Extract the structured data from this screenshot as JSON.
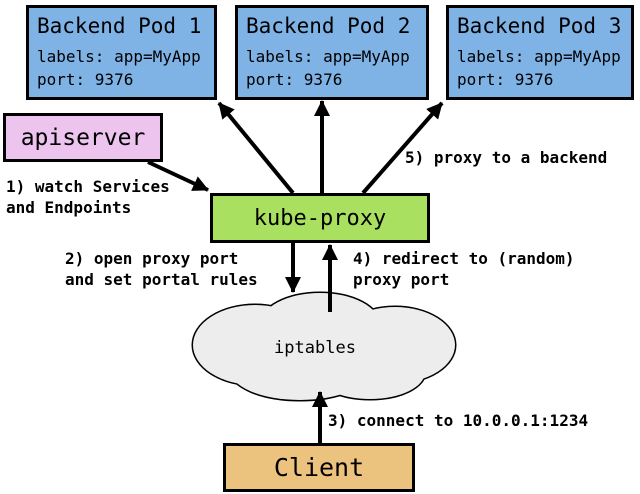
{
  "diagram": {
    "pods": [
      {
        "title": "Backend Pod 1",
        "labels": "labels: app=MyApp",
        "port": "port: 9376"
      },
      {
        "title": "Backend Pod 2",
        "labels": "labels: app=MyApp",
        "port": "port: 9376"
      },
      {
        "title": "Backend Pod 3",
        "labels": "labels: app=MyApp",
        "port": "port: 9376"
      }
    ],
    "apiserver_label": "apiserver",
    "kube_proxy_label": "kube-proxy",
    "iptables_label": "iptables",
    "client_label": "Client",
    "annotations": {
      "step1_line1": "1) watch Services",
      "step1_line2": "and Endpoints",
      "step2_line1": "2) open proxy port",
      "step2_line2": "and set portal rules",
      "step3": "3) connect to 10.0.0.1:1234",
      "step4_line1": "4) redirect to (random)",
      "step4_line2": "proxy port",
      "step5": "5) proxy to a backend"
    },
    "colors": {
      "pod": "#7fb2e5",
      "apiserver": "#ecc4ee",
      "kube_proxy": "#a9e05f",
      "client": "#ecc37e",
      "cloud": "#ededed",
      "outline": "#000000"
    }
  }
}
